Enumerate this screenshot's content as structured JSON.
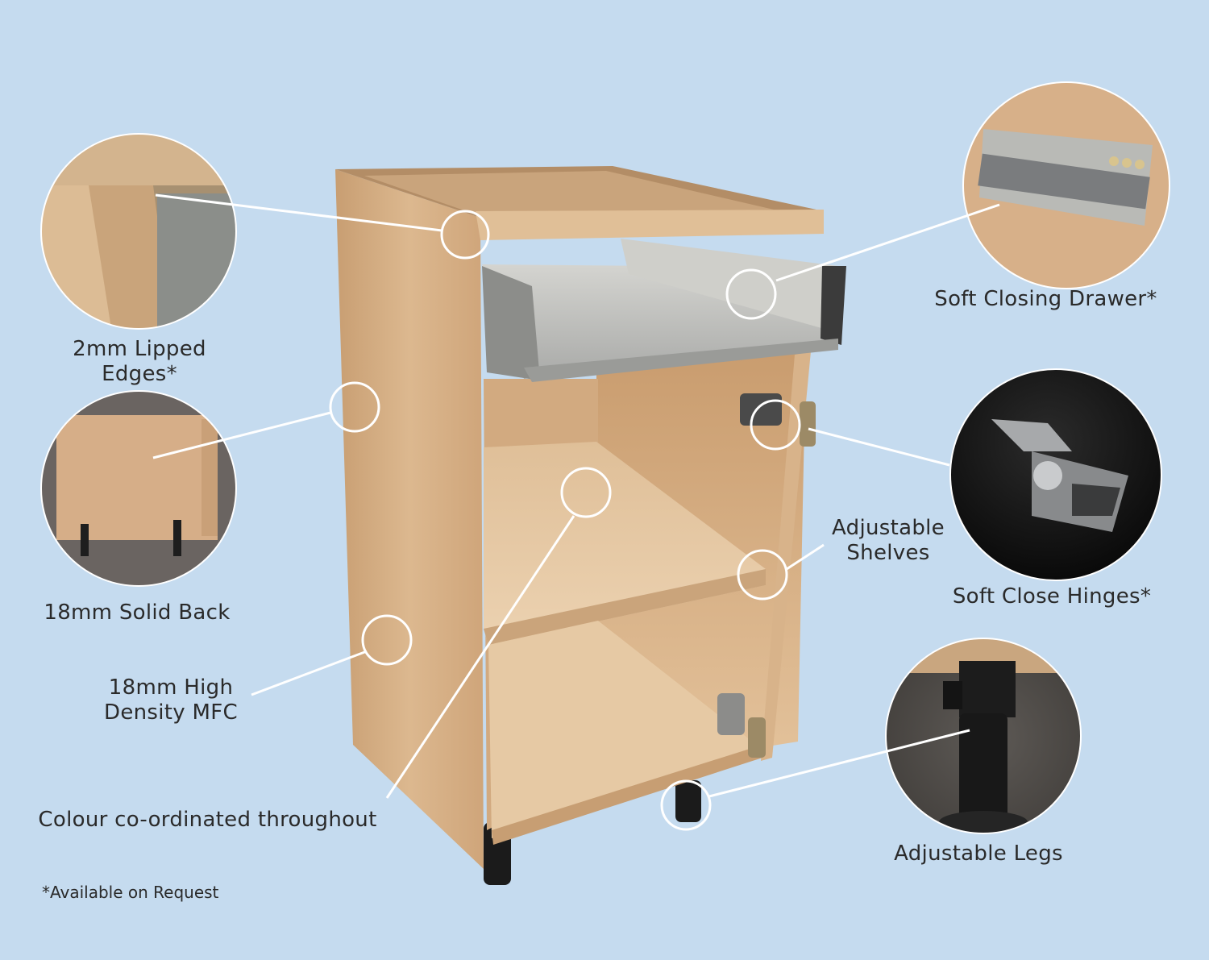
{
  "labels": {
    "lipped_edges_line1": "2mm Lipped",
    "lipped_edges_line2": "Edges*",
    "solid_back": "18mm Solid Back",
    "mfc_line1": "18mm High",
    "mfc_line2": "Density MFC",
    "colour": "Colour co-ordinated throughout",
    "soft_drawer": "Soft Closing Drawer*",
    "shelves_line1": "Adjustable",
    "shelves_line2": "Shelves",
    "hinges": "Soft Close Hinges*",
    "legs": "Adjustable Legs"
  },
  "footnote": "*Available on Request",
  "colors": {
    "background": "#c5dbef",
    "wood": "#d9b48a",
    "callout_line": "#ffffff"
  }
}
